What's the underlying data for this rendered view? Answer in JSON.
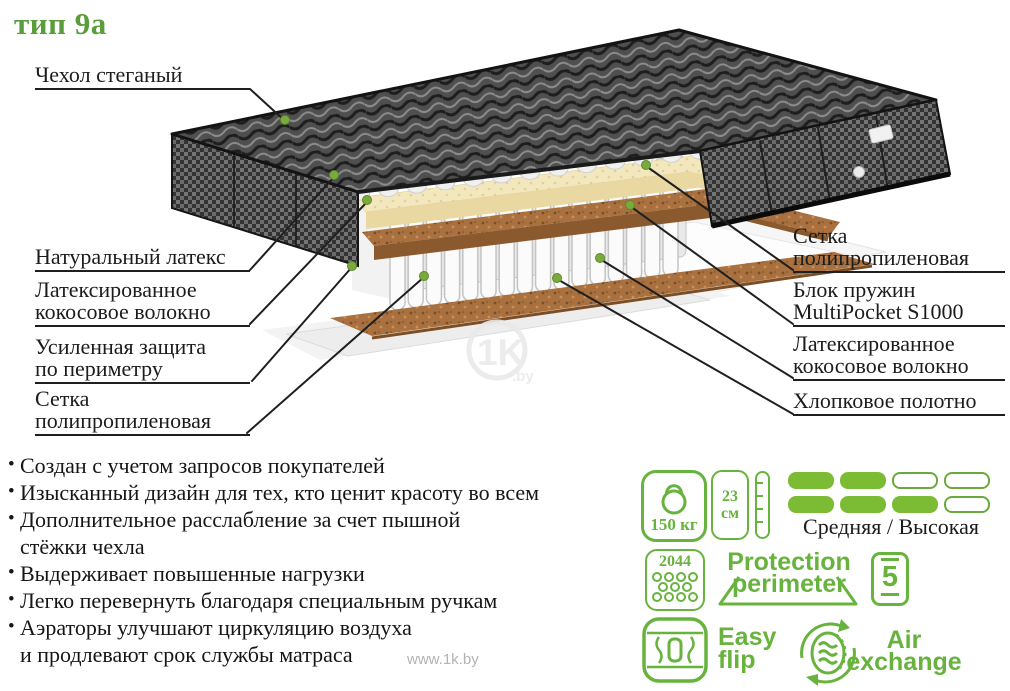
{
  "title": "тип 9а",
  "diagram": {
    "callouts_left": [
      {
        "label": "Чехол стеганый"
      },
      {
        "label": "Натуральный латекс"
      },
      {
        "label": "Латексированное\nкокосовое волокно"
      },
      {
        "label": "Усиленная защита\nпо периметру"
      },
      {
        "label": "Сетка\nполипропиленовая"
      }
    ],
    "callouts_right": [
      {
        "label": "Сетка\nполипропиленовая"
      },
      {
        "label": "Блок пружин\nMultiPocket S1000"
      },
      {
        "label": "Латексированное\nкокосовое волокно"
      },
      {
        "label": "Хлопковое полотно"
      }
    ],
    "watermark_logo": "1K",
    "watermark_logo_suffix": ".by"
  },
  "features": [
    "Создан с учетом запросов покупателей",
    "Изысканный дизайн для тех, кто ценит красоту во всем",
    "Дополнительное расслабление за счет пышной\nстёжки чехла",
    "Выдерживает повышенные нагрузки",
    "Легко перевернуть благодаря специальным ручкам",
    "Аэраторы улучшают циркуляцию воздуха\nи продлевают срок службы матраса"
  ],
  "specs": {
    "max_weight": "150 кг",
    "height_value": "23",
    "height_unit": "см",
    "firmness": {
      "label": "Средняя / Высокая",
      "rows": [
        [
          1,
          1,
          0,
          0
        ],
        [
          1,
          1,
          1,
          0
        ]
      ]
    },
    "springs_count": "2044",
    "protection_line1": "Protection",
    "protection_line2": "perimeter",
    "zones": "5",
    "flip_line1": "Easy",
    "flip_line2": "flip",
    "air_line1": "Air",
    "air_line2": "exchange"
  },
  "site_watermark": "www.1k.by",
  "colors": {
    "icon_green": "#68b33e",
    "pill_green": "#7cbc34",
    "title_green": "#5a9e3c",
    "latex_cream": "#f3e7bd",
    "coir_brown": "#a9713f",
    "cover_dark": "#4f4f4f"
  }
}
